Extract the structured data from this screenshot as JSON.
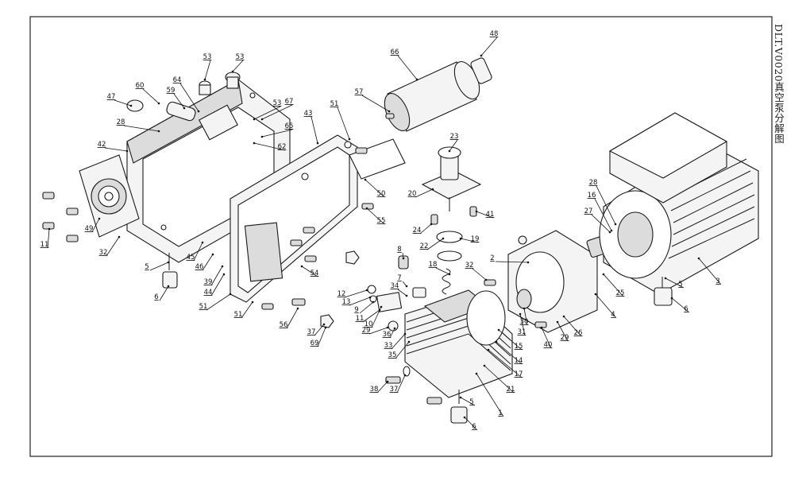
{
  "title": "DLT.V0020真空泵分解图",
  "colors": {
    "line": "#1a1a1a",
    "paper": "#ffffff",
    "shade": "#dcdcdc"
  },
  "callouts": [
    {
      "id": "c1",
      "label": "1"
    },
    {
      "id": "c2",
      "label": "2"
    },
    {
      "id": "c3",
      "label": "3"
    },
    {
      "id": "c4",
      "label": "4"
    },
    {
      "id": "c5a",
      "label": "5"
    },
    {
      "id": "c5b",
      "label": "5"
    },
    {
      "id": "c5c",
      "label": "5"
    },
    {
      "id": "c6a",
      "label": "6"
    },
    {
      "id": "c6b",
      "label": "6"
    },
    {
      "id": "c6c",
      "label": "6"
    },
    {
      "id": "c7",
      "label": "7"
    },
    {
      "id": "c8",
      "label": "8"
    },
    {
      "id": "c9",
      "label": "9"
    },
    {
      "id": "c10",
      "label": "10"
    },
    {
      "id": "c11a",
      "label": "11"
    },
    {
      "id": "c11b",
      "label": "11"
    },
    {
      "id": "c12",
      "label": "12"
    },
    {
      "id": "c13",
      "label": "13"
    },
    {
      "id": "c14",
      "label": "14"
    },
    {
      "id": "c15",
      "label": "15"
    },
    {
      "id": "c16",
      "label": "16"
    },
    {
      "id": "c17",
      "label": "17"
    },
    {
      "id": "c18",
      "label": "18"
    },
    {
      "id": "c19",
      "label": "19"
    },
    {
      "id": "c20",
      "label": "20"
    },
    {
      "id": "c21",
      "label": "21"
    },
    {
      "id": "c22",
      "label": "22"
    },
    {
      "id": "c23",
      "label": "23"
    },
    {
      "id": "c24",
      "label": "24"
    },
    {
      "id": "c25",
      "label": "25"
    },
    {
      "id": "c26",
      "label": "26"
    },
    {
      "id": "c27",
      "label": "27"
    },
    {
      "id": "c28a",
      "label": "28"
    },
    {
      "id": "c28b",
      "label": "28"
    },
    {
      "id": "c29",
      "label": "29"
    },
    {
      "id": "c29b",
      "label": "29"
    },
    {
      "id": "c30",
      "label": "30"
    },
    {
      "id": "c31",
      "label": "31"
    },
    {
      "id": "c32a",
      "label": "32"
    },
    {
      "id": "c32b",
      "label": "32"
    },
    {
      "id": "c33",
      "label": "33"
    },
    {
      "id": "c34",
      "label": "34"
    },
    {
      "id": "c35",
      "label": "35"
    },
    {
      "id": "c36",
      "label": "36"
    },
    {
      "id": "c37a",
      "label": "37"
    },
    {
      "id": "c37b",
      "label": "37"
    },
    {
      "id": "c38",
      "label": "38"
    },
    {
      "id": "c39",
      "label": "39"
    },
    {
      "id": "c40",
      "label": "40"
    },
    {
      "id": "c41",
      "label": "41"
    },
    {
      "id": "c42",
      "label": "42"
    },
    {
      "id": "c43",
      "label": "43"
    },
    {
      "id": "c44",
      "label": "44"
    },
    {
      "id": "c45",
      "label": "45"
    },
    {
      "id": "c46",
      "label": "46"
    },
    {
      "id": "c47",
      "label": "47"
    },
    {
      "id": "c48",
      "label": "48"
    },
    {
      "id": "c49",
      "label": "49"
    },
    {
      "id": "c50",
      "label": "50"
    },
    {
      "id": "c51a",
      "label": "51"
    },
    {
      "id": "c51b",
      "label": "51"
    },
    {
      "id": "c51c",
      "label": "51"
    },
    {
      "id": "c53a",
      "label": "53"
    },
    {
      "id": "c53b",
      "label": "53"
    },
    {
      "id": "c53c",
      "label": "53"
    },
    {
      "id": "c54",
      "label": "54"
    },
    {
      "id": "c55",
      "label": "55"
    },
    {
      "id": "c56",
      "label": "56"
    },
    {
      "id": "c57",
      "label": "57"
    },
    {
      "id": "c59",
      "label": "59"
    },
    {
      "id": "c60",
      "label": "60"
    },
    {
      "id": "c62",
      "label": "62"
    },
    {
      "id": "c64",
      "label": "64"
    },
    {
      "id": "c65",
      "label": "65"
    },
    {
      "id": "c66",
      "label": "66"
    },
    {
      "id": "c67",
      "label": "67"
    },
    {
      "id": "c69",
      "label": "69"
    }
  ]
}
